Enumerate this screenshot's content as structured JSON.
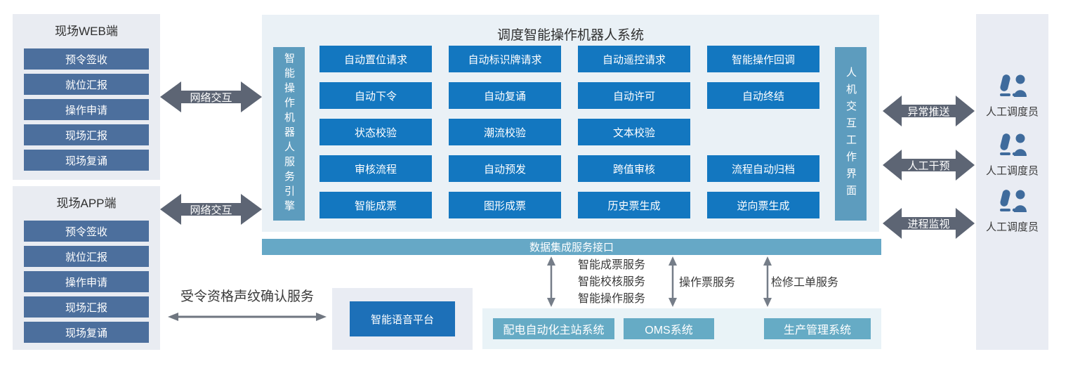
{
  "left_panels": [
    {
      "title": "现场WEB端",
      "items": [
        "预令签收",
        "就位汇报",
        "操作申请",
        "现场汇报",
        "现场复诵"
      ]
    },
    {
      "title": "现场APP端",
      "items": [
        "预令签收",
        "就位汇报",
        "操作申请",
        "现场汇报",
        "现场复诵"
      ]
    }
  ],
  "network_arrows": [
    {
      "label": "网络交互"
    },
    {
      "label": "网络交互"
    }
  ],
  "center": {
    "title": "调度智能操作机器人系统",
    "left_bar": "智能操作机器人服务引擎",
    "right_bar": "人机交互工作界面",
    "grid": [
      [
        "自动置位请求",
        "自动标识牌请求",
        "自动遥控请求",
        "智能操作回调"
      ],
      [
        "自动下令",
        "自动复诵",
        "自动许可",
        "自动终结"
      ],
      [
        "状态校验",
        "潮流校验",
        "文本校验"
      ],
      [
        "审核流程",
        "自动预发",
        "跨值审核",
        "流程自动归档"
      ],
      [
        "智能成票",
        "图形成票",
        "历史票生成",
        "逆向票生成"
      ]
    ]
  },
  "data_bar": {
    "label": "数据集成服务接口"
  },
  "voice": {
    "arrow_label": "受令资格声纹确认服务",
    "platform_label": "智能语音平台"
  },
  "integration_links": [
    {
      "lines": [
        "智能成票服务",
        "智能校核服务",
        "智能操作服务"
      ]
    },
    {
      "lines": [
        "操作票服务"
      ]
    },
    {
      "lines": [
        "检修工单服务"
      ]
    }
  ],
  "bottom_systems": [
    "配电自动化主站系统",
    "OMS系统",
    "生产管理系统"
  ],
  "right_links": [
    {
      "arrow": "异常推送",
      "person": "人工调度员"
    },
    {
      "arrow": "人工干预",
      "person": "人工调度员"
    },
    {
      "arrow": "进程监视",
      "person": "人工调度员"
    }
  ],
  "colors": {
    "feature_button": "#1377c0",
    "client_button": "#4c6f9d",
    "side_bar": "#5d9cbe",
    "data_bar": "#66a8c6",
    "system_button": "#66abc5",
    "voice_button": "#1d70b8",
    "big_arrow": "#5d6574",
    "thin_arrow": "#6f7680",
    "panel_bg_left": "#e9ecf2",
    "panel_bg_center": "#eaf1f6",
    "panel_bg_bottom": "#e9f3f7",
    "panel_bg_right": "#e9ecf3",
    "dispatcher_icon": "#3f6b9c"
  }
}
